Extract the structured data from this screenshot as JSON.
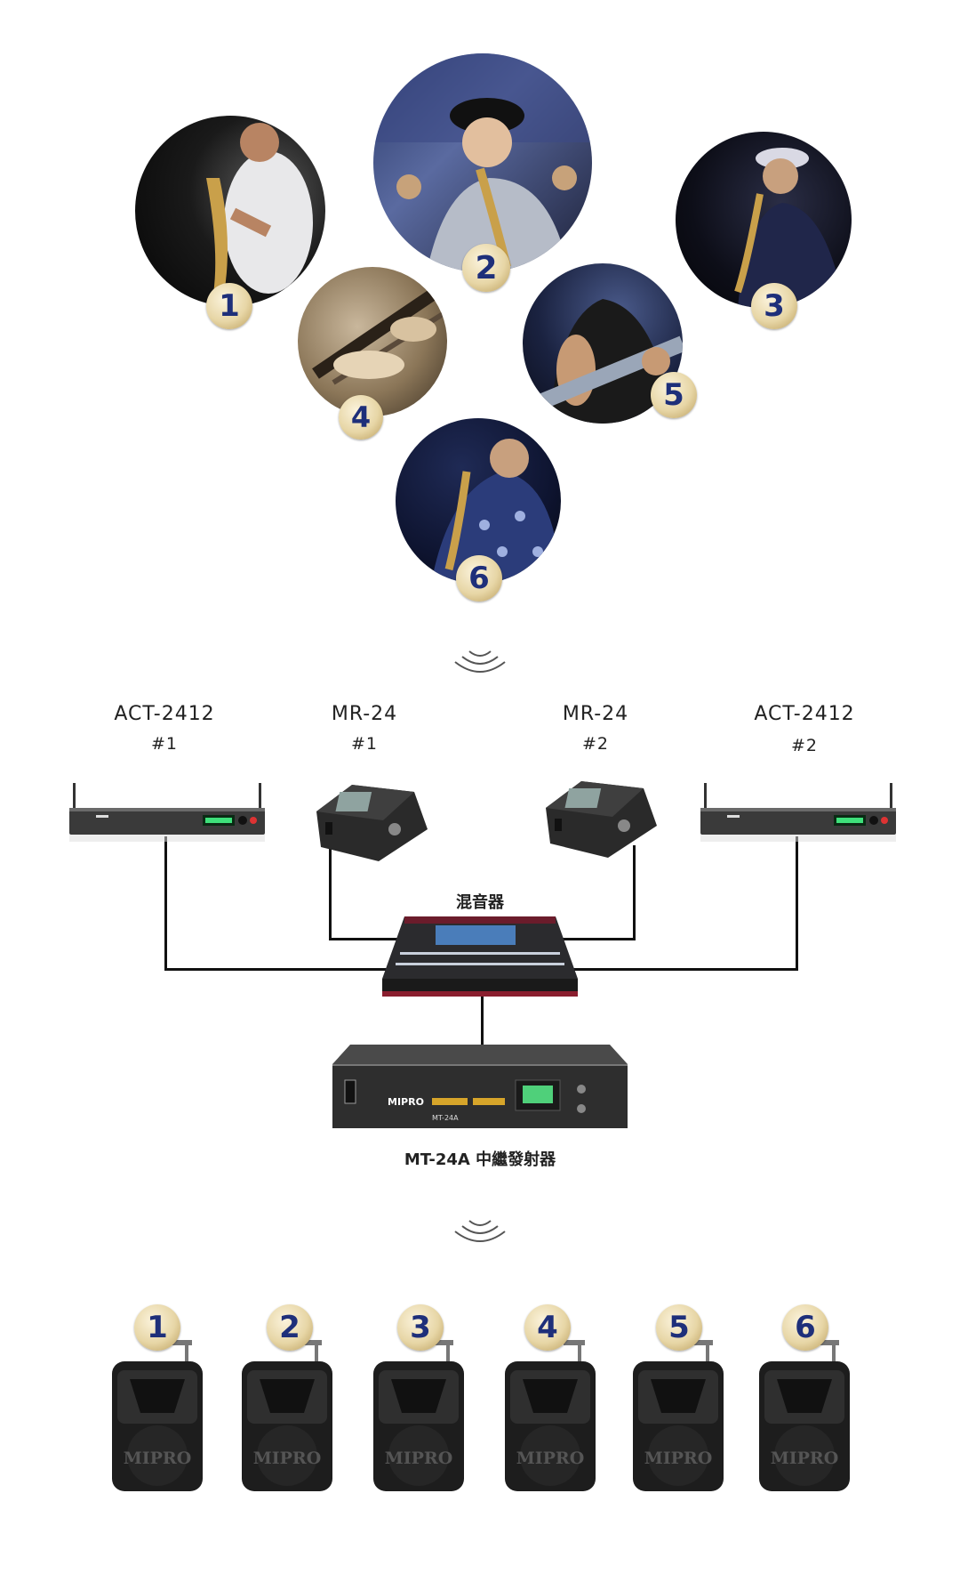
{
  "performers": [
    {
      "number": "1",
      "image": "saxophonist-white-shirt-photo"
    },
    {
      "number": "2",
      "image": "saxophonist-grey-jacket-photo"
    },
    {
      "number": "3",
      "image": "saxophonist-hat-photo"
    },
    {
      "number": "4",
      "image": "guitarist-sepia-photo"
    },
    {
      "number": "5",
      "image": "guitarist-black-shirt-photo"
    },
    {
      "number": "6",
      "image": "saxophonist-floral-shirt-photo"
    }
  ],
  "receivers": [
    {
      "model": "ACT-2412",
      "unit": "#1"
    },
    {
      "model": "MR-24",
      "unit": "#1"
    },
    {
      "model": "MR-24",
      "unit": "#2"
    },
    {
      "model": "ACT-2412",
      "unit": "#2"
    }
  ],
  "mixer": {
    "label": "混音器"
  },
  "transmitter": {
    "label": "MT-24A 中繼發射器",
    "brand": "MIPRO",
    "model_text": "MT-24A"
  },
  "speakers": [
    {
      "number": "1",
      "brand": "MIPRO"
    },
    {
      "number": "2",
      "brand": "MIPRO"
    },
    {
      "number": "3",
      "brand": "MIPRO"
    },
    {
      "number": "4",
      "brand": "MIPRO"
    },
    {
      "number": "5",
      "brand": "MIPRO"
    },
    {
      "number": "6",
      "brand": "MIPRO"
    }
  ],
  "colors": {
    "badge_text": "#1e2f7a",
    "badge_gold": "#d9c38a",
    "wire": "#111111",
    "device_body": "#2a2a2a"
  },
  "icons": [
    "wireless-signal-icon"
  ]
}
